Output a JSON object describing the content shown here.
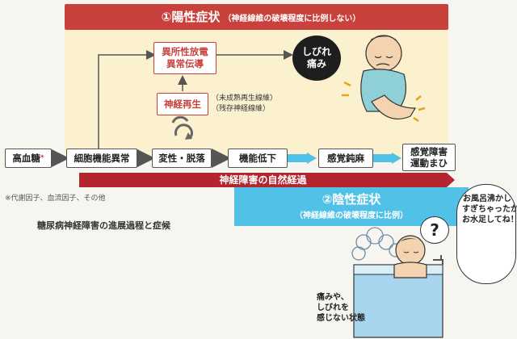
{
  "positive": {
    "number": "①",
    "title": "陽性症状",
    "subtitle": "（神経線維の破壊程度に比例しない）"
  },
  "negative": {
    "number": "②",
    "title": "陰性症状",
    "subtitle": "（神経線維の破壊程度に比例）"
  },
  "boxes": {
    "abnormal_discharge": [
      "異所性放電",
      "異常伝導"
    ],
    "regeneration": "神経再生",
    "regeneration_notes": [
      "（未成熟再生線維）",
      "（残存神経線維）"
    ]
  },
  "flow": {
    "steps": [
      "高血糖",
      "細胞機能異常",
      "変性・脱落",
      "機能低下",
      "感覚鈍麻"
    ],
    "last_step": [
      "感覚障害",
      "運動まひ"
    ],
    "marker": "*"
  },
  "natural_course": "神経障害の自然経過",
  "footnote": "※代謝因子、血流因子、その他",
  "caption": "糖尿病神経障害の進展過程と症候",
  "pain_bubble": [
    "しびれ",
    "痛み"
  ],
  "question_mark": "?",
  "bath_note": [
    "痛みや、",
    "しびれを",
    "感じない状態"
  ],
  "speech": [
    "お風呂沸かし",
    "すぎちゃったから",
    "お水足してね！"
  ],
  "colors": {
    "red": "#c9413c",
    "dark_red": "#b3262f",
    "yellow": "#fbf1cf",
    "blue": "#52c1e8"
  }
}
